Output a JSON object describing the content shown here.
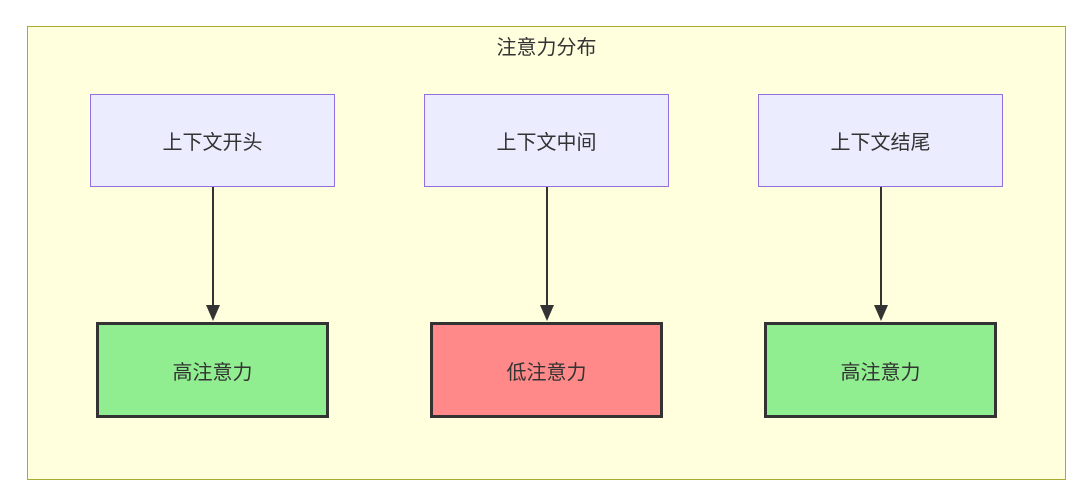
{
  "diagram": {
    "title": "注意力分布",
    "columns": [
      {
        "source": "上下文开头",
        "target": "高注意力",
        "target_type": "high"
      },
      {
        "source": "上下文中间",
        "target": "低注意力",
        "target_type": "low"
      },
      {
        "source": "上下文结尾",
        "target": "高注意力",
        "target_type": "high"
      }
    ],
    "colors": {
      "background": "#ffffde",
      "cluster_border": "#aaaa33",
      "source_fill": "#ECECFF",
      "source_border": "#9370DB",
      "high_fill": "#90EE90",
      "low_fill": "#ff8888",
      "node_border": "#333333",
      "arrow": "#333333",
      "text": "#333333"
    }
  }
}
